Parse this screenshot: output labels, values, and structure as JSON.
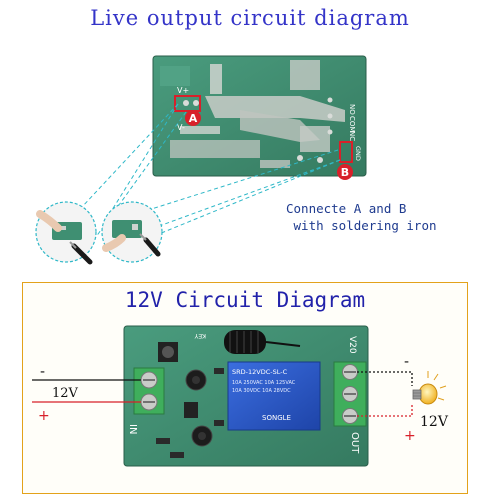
{
  "top_title": "Live output circuit diagram",
  "note_line1": "Connecte A and B",
  "note_line2": " with soldering iron",
  "bottom_title": "12V Circuit Diagram",
  "marker_a": "A",
  "marker_b": "B",
  "pcb_labels": {
    "vplus": "V+",
    "vminus": "V-",
    "no": "NO",
    "com": "COM",
    "nc": "NC",
    "gnd": "GND",
    "v20": "V20",
    "in": "IN",
    "out": "OUT",
    "key": "KEY"
  },
  "relay_text": [
    "SRD-12VDC-SL-C",
    "10A 250VAC 10A 125VAC",
    "10A 30VDC 10A 28VDC",
    "SONGLE"
  ],
  "left_input": {
    "minus": "-",
    "voltage": "12V",
    "plus": "+"
  },
  "right_output": {
    "minus": "-",
    "voltage": "12V",
    "plus": "+"
  },
  "colors": {
    "pcb_green": "#3f8f72",
    "pcb_dark": "#2e6e56",
    "pad_silver": "#c9ccc8",
    "marker_red": "#d8202a",
    "dash_cyan": "#2fb8c8",
    "title_blue": "#3434c8",
    "frame_orange": "#e3a21a",
    "terminal_green": "#3fae5c",
    "relay_blue": "#2d57c6"
  }
}
